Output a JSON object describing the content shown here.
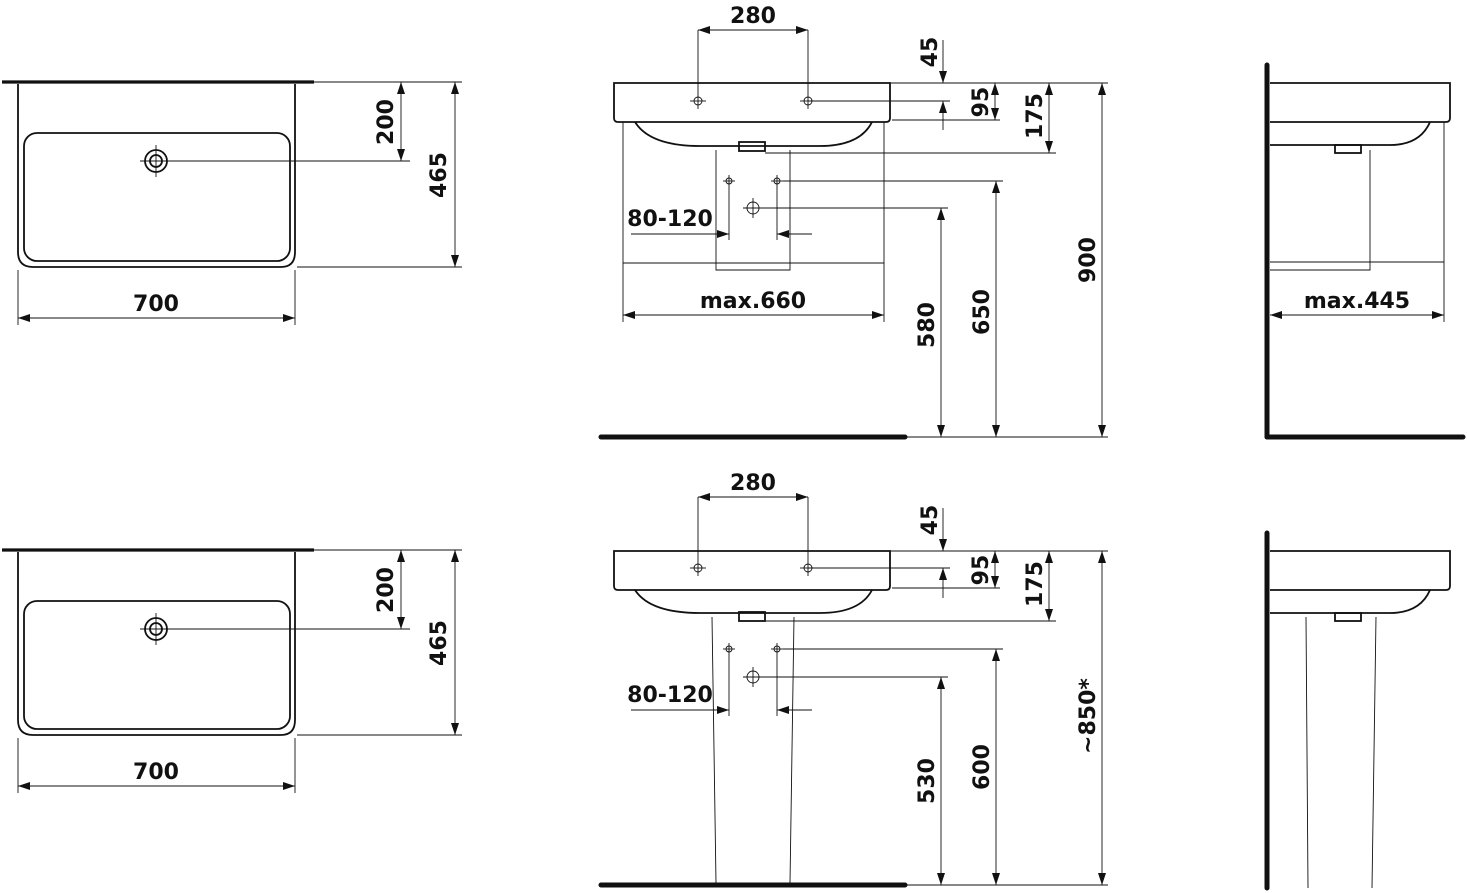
{
  "views": {
    "top_plan_upper": {
      "width_label": "700",
      "depth_label": "465",
      "drain_offset_label": "200"
    },
    "front_upper": {
      "tap_spacing_label": "280",
      "rim_thickness_label": "45",
      "tap_depth_label": "95",
      "drain_depth_label": "175",
      "waste_spacing_label": "80-120",
      "pedestal_width_label": "max.660",
      "waste_height_label": "580",
      "supply_height_label": "650",
      "rim_height_label": "900"
    },
    "side_upper": {
      "pedestal_depth_label": "max.445"
    },
    "top_plan_lower": {
      "width_label": "700",
      "depth_label": "465",
      "drain_offset_label": "200"
    },
    "front_lower": {
      "tap_spacing_label": "280",
      "rim_thickness_label": "45",
      "tap_depth_label": "95",
      "drain_depth_label": "175",
      "waste_spacing_label": "80-120",
      "waste_height_label": "530",
      "supply_height_label": "600",
      "rim_height_label": "~850*"
    }
  },
  "colors": {
    "line": "#111111",
    "background": "#ffffff"
  }
}
